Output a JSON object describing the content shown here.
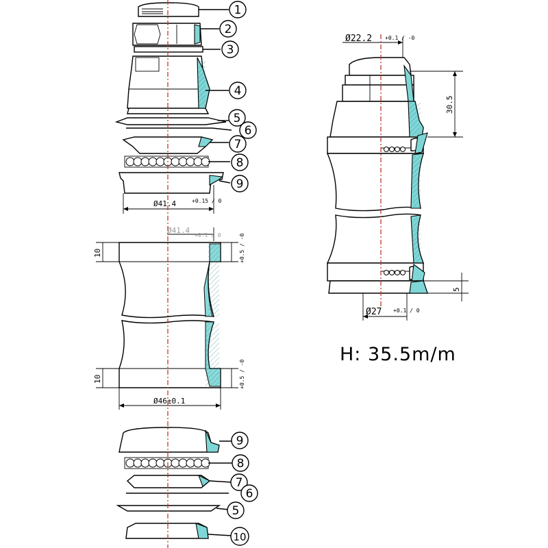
{
  "parts_top": [
    "1",
    "2",
    "3",
    "4",
    "5",
    "6",
    "7",
    "8",
    "9"
  ],
  "parts_bottom": [
    "9",
    "8",
    "7",
    "6",
    "5",
    "10"
  ],
  "dims": {
    "cup_diameter": "Ø41.4",
    "cup_diameter_tol": "+0.15 / 0",
    "head_tube_inner": "Ø41.4",
    "head_tube_inner_tol": "+0.1 / 0",
    "depth_top": "10",
    "depth_top_tol": "+0.5 / -0",
    "depth_bottom": "10",
    "depth_bottom_tol": "+0.5 / -0",
    "head_tube_outer": "Ø46±0.1",
    "steerer_diameter": "Ø22.2",
    "steerer_tol": "+0.1 / -0",
    "stack_top": "30.5",
    "stack_bottom": "5",
    "crown_race": "Ø27",
    "crown_race_tol": "+0.1 / 0"
  },
  "stack_height": "H: 35.5m/m",
  "colors": {
    "section_fill": "#7fd6d6",
    "centerline": "#c0392b"
  }
}
